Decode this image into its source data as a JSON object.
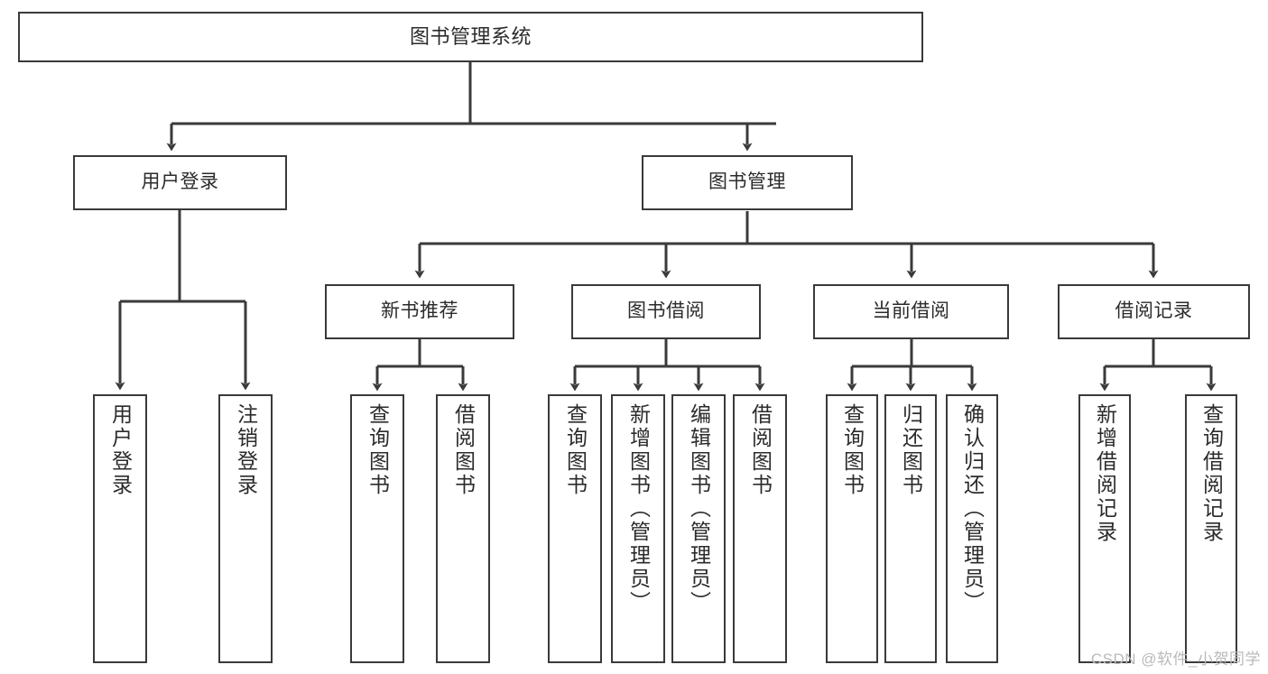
{
  "diagram": {
    "title": "图书管理系统",
    "watermark": "CSDN @软件_小贺同学",
    "line_color": "#3a3a3a",
    "box_fill": "#ffffff",
    "text_color": "#2b2b2b",
    "levels": {
      "root": {
        "label": "图书管理系统"
      },
      "level2": [
        {
          "label": "用户登录"
        },
        {
          "label": "图书管理"
        }
      ],
      "level3": [
        {
          "label": "新书推荐"
        },
        {
          "label": "图书借阅"
        },
        {
          "label": "当前借阅"
        },
        {
          "label": "借阅记录"
        }
      ],
      "leaves": {
        "user_login": [
          {
            "label": "用户登录"
          },
          {
            "label": "注销登录"
          }
        ],
        "new_book_recommend": [
          {
            "label": "查询图书"
          },
          {
            "label": "借阅图书"
          }
        ],
        "book_borrow": [
          {
            "label": "查询图书"
          },
          {
            "label": "新增图书（管理员）"
          },
          {
            "label": "编辑图书（管理员）"
          },
          {
            "label": "借阅图书"
          }
        ],
        "current_borrow": [
          {
            "label": "查询图书"
          },
          {
            "label": "归还图书"
          },
          {
            "label": "确认归还（管理员）"
          }
        ],
        "borrow_record": [
          {
            "label": "新增借阅记录"
          },
          {
            "label": "查询借阅记录"
          }
        ]
      }
    }
  }
}
